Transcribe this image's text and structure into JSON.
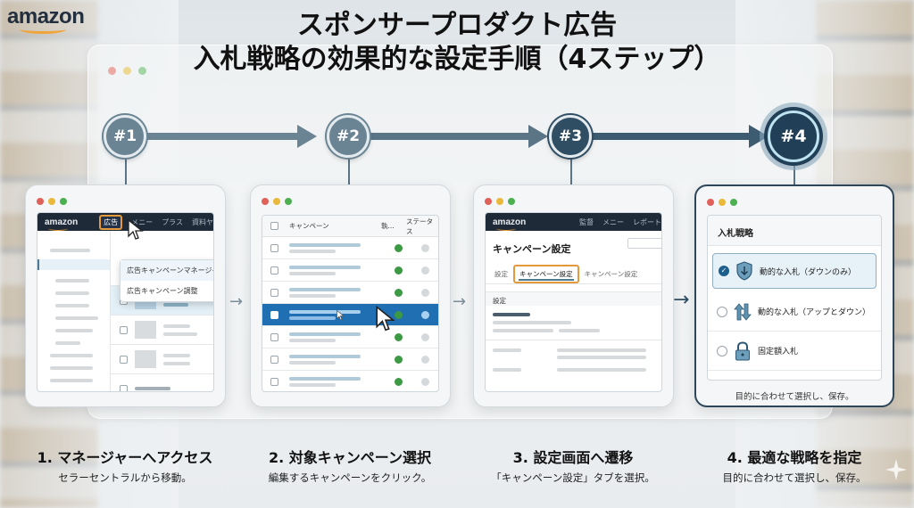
{
  "brand": {
    "logo_text": "amazon",
    "logo_color": "#232f3e",
    "smile_color": "#f0a43a"
  },
  "title": {
    "line1": "スポンサープロダクト広告",
    "line2": "入札戦略の効果的な設定手順（4ステップ）"
  },
  "timeline": {
    "nodes": [
      "#1",
      "#2",
      "#3",
      "#4"
    ],
    "arrow_color": "#5b7486",
    "active_color": "#213f56"
  },
  "cards": {
    "step1": {
      "header_logo": "amazon",
      "nav": [
        "広告",
        "メニー",
        "プラス",
        "資料ヤ"
      ],
      "highlighted_nav": "広告",
      "dropdown": [
        "広告キャンペーンマネージャー",
        "広告キャンペーン調整"
      ]
    },
    "step2": {
      "columns": [
        "キャンペーン",
        "執...",
        "ステータス"
      ],
      "row_count": 7,
      "selected_row": 4
    },
    "step3": {
      "header_logo": "amazon",
      "nav": [
        "監督",
        "メニー",
        "レポート"
      ],
      "page_title": "キャンペーン設定",
      "tabs": [
        "設定",
        "キャンペーン設定",
        "キャンペーン設定"
      ],
      "highlighted_tab": "キャンペーン設定",
      "section_label": "設定"
    },
    "step4": {
      "panel_title": "入札戦略",
      "options": [
        {
          "label": "動的な入札（ダウンのみ）",
          "icon": "shield-down-icon",
          "selected": true
        },
        {
          "label": "動的な入札（アップとダウン）",
          "icon": "up-down-arrows-icon",
          "selected": false
        },
        {
          "label": "固定額入札",
          "icon": "lock-icon",
          "selected": false
        }
      ],
      "footer": "目的に合わせて選択し、保存。"
    }
  },
  "captions": [
    {
      "title": "1. マネージャーへアクセス",
      "sub": "セラーセントラルから移動。"
    },
    {
      "title": "2. 対象キャンペーン選択",
      "sub": "編集するキャンペーンをクリック。"
    },
    {
      "title": "3. 設定画面へ遷移",
      "sub": "「キャンペーン設定」タブを選択。"
    },
    {
      "title": "4. 最適な戦略を指定",
      "sub": "目的に合わせて選択し、保存。"
    }
  ],
  "colors": {
    "highlight_orange": "#e49a3a",
    "selected_blue": "#1f6fb2",
    "status_green": "#3d9a44"
  }
}
